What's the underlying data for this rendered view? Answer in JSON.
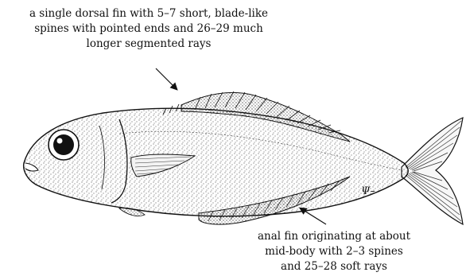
{
  "annotations": {
    "dorsal": {
      "lines": [
        "a single dorsal fin with  5–7 short, blade-like",
        "spines with pointed ends and 26–29 much",
        "longer segmented  rays"
      ]
    },
    "anal": {
      "lines": [
        "anal fin originating at about",
        "mid-body with 2–3 spines",
        "and 25–28 soft  rays"
      ]
    }
  },
  "illustration": {
    "subject": "fish-lateral-view",
    "artist_mark": "Ψ–"
  },
  "colors": {
    "ink": "#111111",
    "paper": "#ffffff"
  }
}
